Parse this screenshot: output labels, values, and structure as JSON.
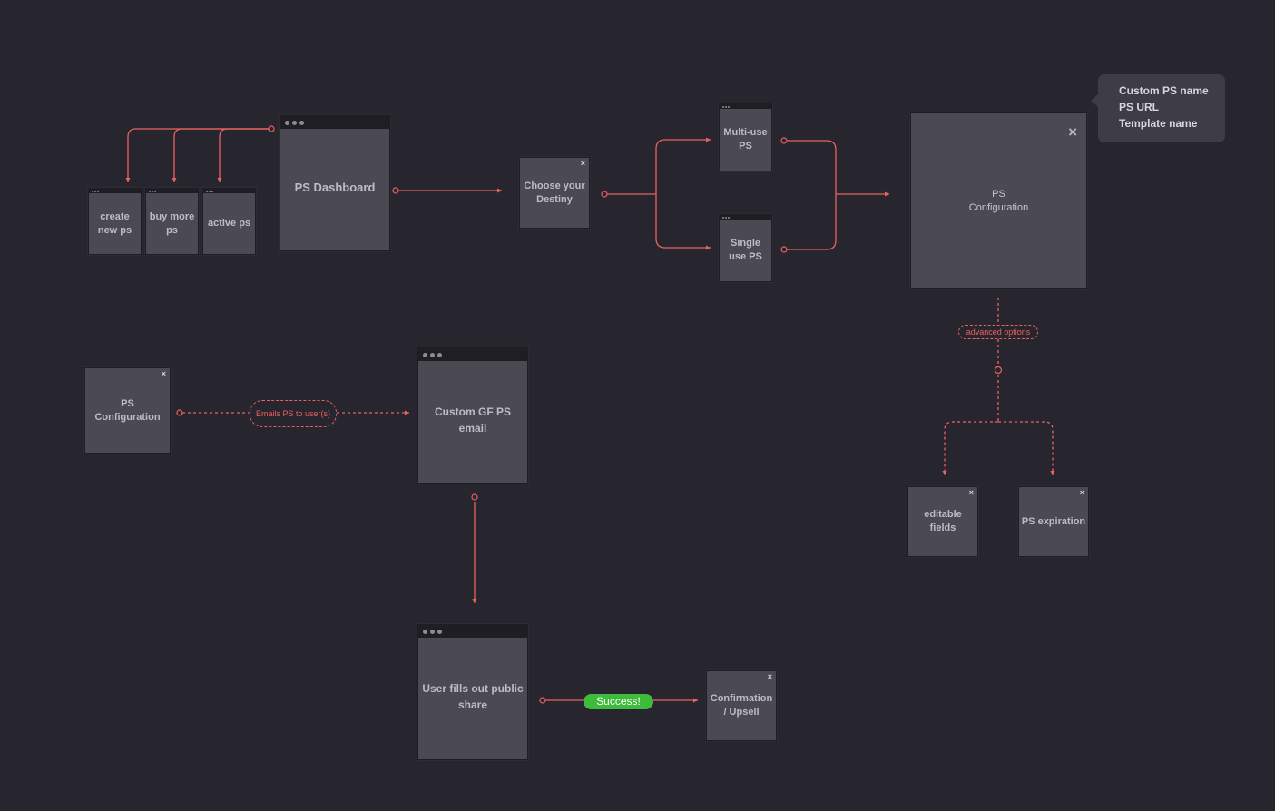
{
  "nodes": {
    "ps_dashboard": "PS Dashboard",
    "create_new_ps": "create new ps",
    "buy_more_ps": "buy more ps",
    "active_ps": "active ps",
    "choose_destiny": "Choose your Destiny",
    "multi_use_ps": "Multi-use PS",
    "single_use_ps": "Single use PS",
    "ps_configuration_main": "PS Configuration",
    "editable_fields": "editable fields",
    "ps_expiration": "PS expiration",
    "ps_configuration_small": "PS Configuration",
    "custom_gf_ps_email": "Custom GF PS email",
    "user_fills_out": "User fills out public share",
    "confirmation_upsell": "Confirmation / Upsell"
  },
  "labels": {
    "advanced_options": "advanced options",
    "emails_ps": "Emails PS to user(s)",
    "success": "Success!"
  },
  "tooltip": {
    "lines": [
      "Custom PS name",
      "PS URL",
      "Template name"
    ]
  },
  "icons": {
    "close": "×",
    "window_dots": "window-dots-icon"
  },
  "colors": {
    "background": "#27262f",
    "node": "#4b4a53",
    "connector": "#e8625f",
    "success": "#3fbb3c"
  }
}
